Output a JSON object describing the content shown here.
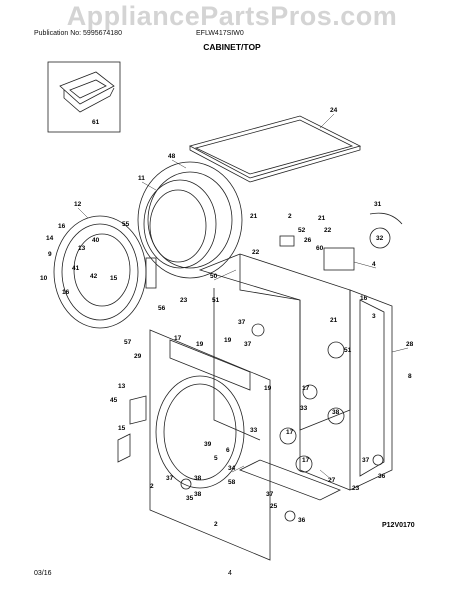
{
  "watermark": "AppliancePartsPros.com",
  "header": {
    "publication": "Publication No: 5995674180",
    "model": "EFLW417SIW0"
  },
  "title": "CABINET/TOP",
  "figure_code": "P12V0170",
  "footer": {
    "date": "03/16",
    "page": "4"
  },
  "callouts": [
    "61",
    "24",
    "48",
    "11",
    "12",
    "14",
    "16",
    "40",
    "13",
    "55",
    "42",
    "41",
    "15",
    "10",
    "16",
    "9",
    "56",
    "57",
    "29",
    "13",
    "45",
    "15",
    "19",
    "21",
    "2",
    "22",
    "52",
    "26",
    "21",
    "60",
    "22",
    "31",
    "32",
    "4",
    "50",
    "23",
    "51",
    "37",
    "19",
    "17",
    "21",
    "17",
    "33",
    "19",
    "16",
    "37",
    "3",
    "28",
    "51",
    "8",
    "33",
    "17",
    "38",
    "27",
    "23",
    "17",
    "38",
    "37",
    "38",
    "34",
    "37",
    "36",
    "25",
    "2",
    "37",
    "36",
    "2",
    "5",
    "58",
    "35",
    "39",
    "6"
  ]
}
